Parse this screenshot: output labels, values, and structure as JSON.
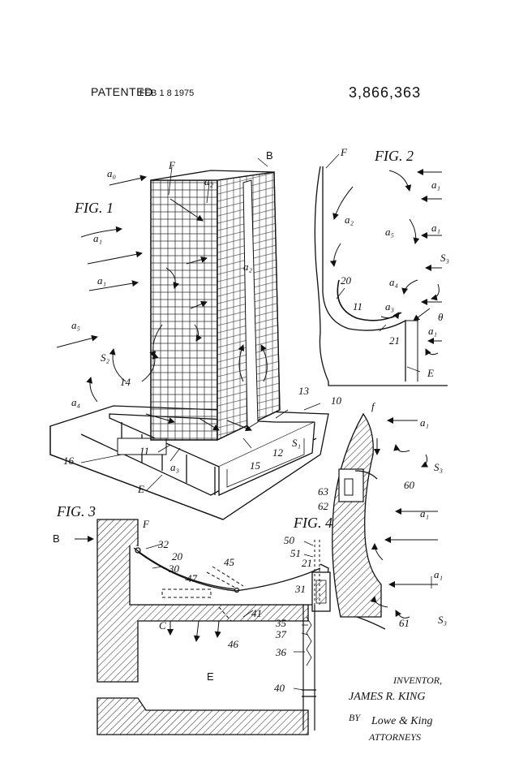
{
  "header": {
    "patented": "PATENTED",
    "date": "FEB 1 8 1975",
    "patent_number": "3,866,363"
  },
  "figures": {
    "fig1": "FIG. 1",
    "fig2": "FIG. 2",
    "fig3": "FIG. 3",
    "fig4": "FIG. 4"
  },
  "fig1_labels": {
    "a0": "a₀",
    "F": "F",
    "a2_top": "a₂",
    "B": "B",
    "a1_a": "a₁",
    "a2_mid": "a₂",
    "a1_b": "a₁",
    "a5": "a₅",
    "S2": "S₂",
    "a4": "a₄",
    "n14": "14",
    "n13": "13",
    "n10": "10",
    "n16": "16",
    "n11": "11",
    "a3": "a₃",
    "n12": "12",
    "S1": "S₁",
    "n15": "15",
    "E": "E"
  },
  "fig2_labels": {
    "F": "F",
    "a1_a": "a₁",
    "a2": "a₂",
    "a5": "a₅",
    "a1_b": "a₁",
    "S3": "S₃",
    "n20": "20",
    "a4": "a₄",
    "n11": "11",
    "a3": "a₃",
    "theta": "θ",
    "n21": "21",
    "a1_c": "a₁",
    "E": "E"
  },
  "fig3_labels": {
    "B": "B",
    "F": "F",
    "n32": "32",
    "n20": "20",
    "n30": "30",
    "n45": "45",
    "n47": "47",
    "n21": "21",
    "n31": "31",
    "C": "C",
    "n46": "46",
    "n41": "41",
    "n35": "35",
    "n37": "37",
    "n36": "36",
    "E": "E",
    "n40": "40",
    "n50": "50",
    "n51": "51"
  },
  "fig4_labels": {
    "f": "f",
    "a1_a": "a₁",
    "S3_a": "S₃",
    "n60": "60",
    "n63": "63",
    "n62": "62",
    "a1_b": "a₁",
    "a1_c": "a₁",
    "S3_b": "S₃",
    "n61": "61"
  },
  "signature": {
    "inventor_label": "INVENTOR,",
    "inventor_name": "JAMES R. KING",
    "by": "BY",
    "firm": "Lowe & King",
    "attorneys": "ATTORNEYS"
  }
}
